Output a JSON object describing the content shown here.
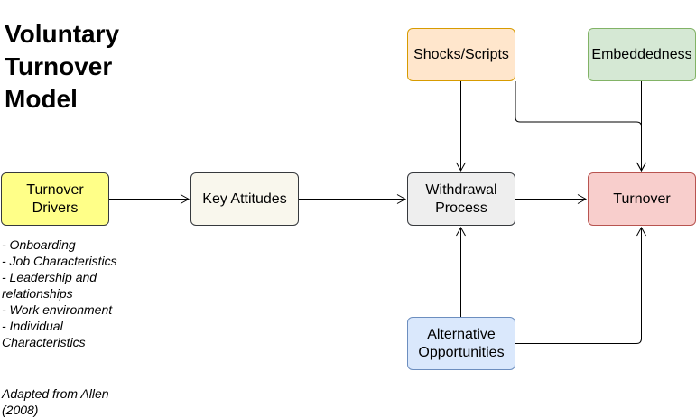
{
  "title": {
    "lines": [
      "Voluntary",
      "Turnover",
      "Model"
    ]
  },
  "nodes": {
    "drivers": {
      "lines": [
        "Turnover",
        "Drivers"
      ]
    },
    "attitudes": {
      "lines": [
        "Key Attitudes"
      ]
    },
    "withdrawal": {
      "lines": [
        "Withdrawal",
        "Process"
      ]
    },
    "turnover": {
      "lines": [
        "Turnover"
      ]
    },
    "shocks": {
      "lines": [
        "Shocks/Scripts"
      ]
    },
    "embeddedness": {
      "lines": [
        "Embeddedness"
      ]
    },
    "alternatives": {
      "lines": [
        "Alternative",
        "Opportunities"
      ]
    }
  },
  "drivers_list": [
    "- Onboarding",
    "- Job Characteristics",
    "- Leadership and relationships",
    "- Work environment",
    "- Individual Characteristics"
  ],
  "source_note": "Adapted from Allen (2008)",
  "colors": {
    "drivers": "#ffff88",
    "attitudes": "#f9f7ed",
    "withdrawal": "#eeeeee",
    "turnover": "#f8cecc",
    "shocks": "#ffe6cc",
    "embeddedness": "#d5e8d4",
    "alternatives": "#dae8fc"
  }
}
